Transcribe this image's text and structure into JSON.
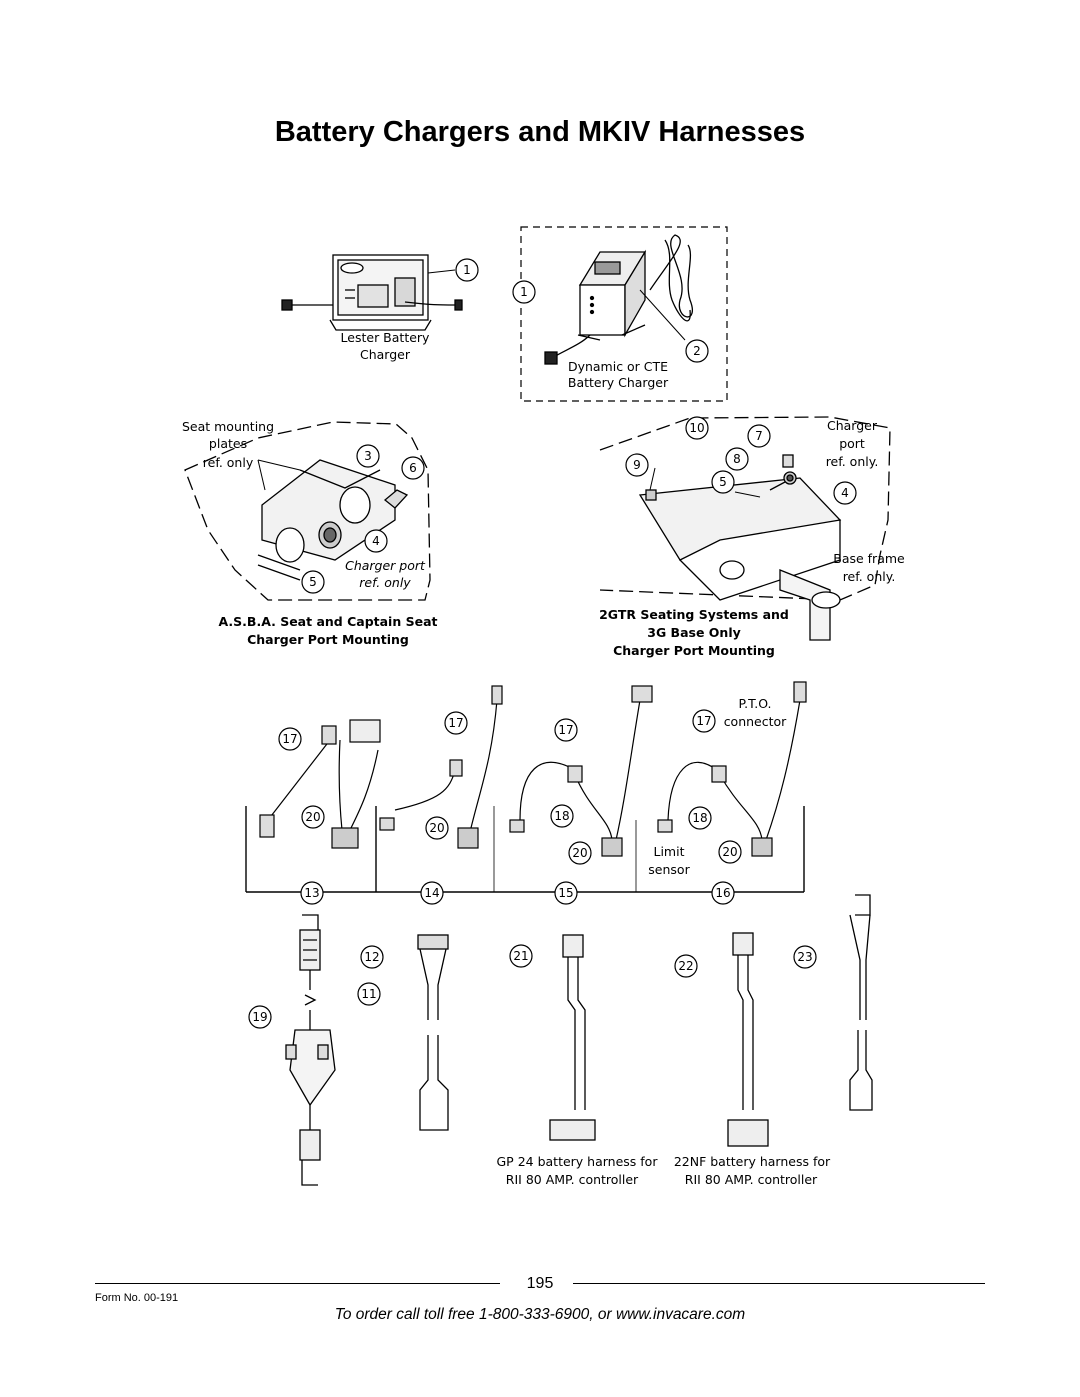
{
  "page": {
    "title": "Battery Chargers and MKIV Harnesses",
    "page_number": "195",
    "form_no": "Form No.  00-191",
    "order_line": "To order call toll free 1-800-333-6900, or www.invacare.com"
  },
  "labels": {
    "lester_1": "Lester Battery",
    "lester_2": "Charger",
    "dynamic_1": "Dynamic or CTE",
    "dynamic_2": "Battery Charger",
    "seat_mount_1": "Seat mounting",
    "seat_mount_2": "plates",
    "seat_mount_3": "ref. only",
    "charger_port_left_1": "Charger port",
    "charger_port_left_2": "ref. only",
    "asba_1": "A.S.B.A. Seat and Captain Seat",
    "asba_2": "Charger Port Mounting",
    "charger_port_right_1": "Charger",
    "charger_port_right_2": "port",
    "charger_port_right_3": "ref. only.",
    "base_frame_1": "Base frame",
    "base_frame_2": "ref. only.",
    "gtr_1": "2GTR Seating Systems and",
    "gtr_2": "3G Base Only",
    "gtr_3": "Charger Port Mounting",
    "pto_1": "P.T.O.",
    "pto_2": "connector",
    "limit_1": "Limit",
    "limit_2": "sensor",
    "gp24_1": "GP 24 battery harness for",
    "gp24_2": "RII 80 AMP. controller",
    "nf22_1": "22NF battery harness for",
    "nf22_2": "RII 80 AMP. controller"
  },
  "callouts": {
    "c1a": "1",
    "c1b": "1",
    "c2": "2",
    "c3": "3",
    "c6": "6",
    "c4a": "4",
    "c5a": "5",
    "c10": "10",
    "c7": "7",
    "c9": "9",
    "c8": "8",
    "c5b": "5",
    "c4b": "4",
    "c17a": "17",
    "c17b": "17",
    "c17c": "17",
    "c17d": "17",
    "c20a": "20",
    "c20b": "20",
    "c20c": "20",
    "c20d": "20",
    "c18a": "18",
    "c18b": "18",
    "c13": "13",
    "c14": "14",
    "c15": "15",
    "c16": "16",
    "c12": "12",
    "c11": "11",
    "c19": "19",
    "c21": "21",
    "c22": "22",
    "c23": "23"
  }
}
